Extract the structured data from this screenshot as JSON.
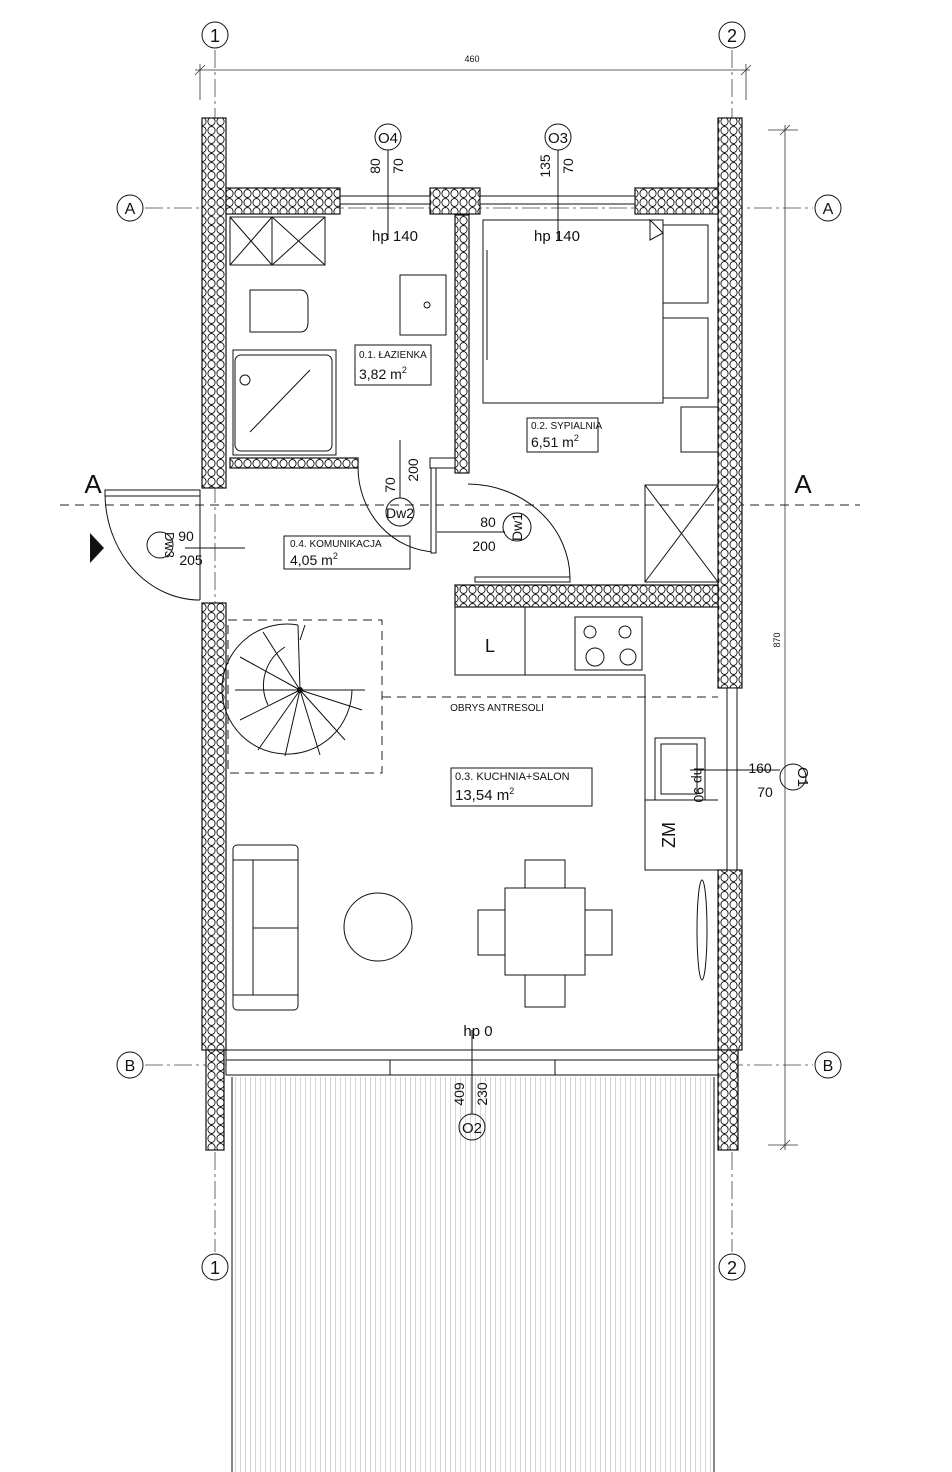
{
  "grid": {
    "columns": [
      "1",
      "2"
    ],
    "rows": [
      "A",
      "B"
    ],
    "section_mark": "A"
  },
  "dimensions": {
    "width": "460",
    "depth": "870"
  },
  "rooms": [
    {
      "code": "0.1. ŁAZIENKA",
      "area": "3,82 m",
      "sup": "2"
    },
    {
      "code": "0.2. SYPIALNIA",
      "area": "6,51 m",
      "sup": "2"
    },
    {
      "code": "0.3. KUCHNIA+SALON",
      "area": "13,54 m",
      "sup": "2"
    },
    {
      "code": "0.4. KOMUNIKACJA",
      "area": "4,05 m",
      "sup": "2"
    }
  ],
  "windows": [
    {
      "id": "O4",
      "w": "80",
      "h": "70",
      "sill": "hp 140"
    },
    {
      "id": "O3",
      "w": "135",
      "h": "70",
      "sill": "hp 140"
    },
    {
      "id": "O1",
      "w": "160",
      "h": "70",
      "sill": "hp 90"
    },
    {
      "id": "O2",
      "w": "409",
      "h": "230",
      "sill": "hp 0"
    }
  ],
  "doors": [
    {
      "id": "Dw1",
      "w": "80",
      "h": "200"
    },
    {
      "id": "Dw2",
      "w": "70",
      "h": "200"
    },
    {
      "id": "Dw3",
      "w": "90",
      "h": "205"
    }
  ],
  "fixtures": {
    "fridge": "L",
    "dishwasher": "ZM"
  },
  "annotations": {
    "mezzanine_outline": "OBRYS ANTRESOLI"
  }
}
